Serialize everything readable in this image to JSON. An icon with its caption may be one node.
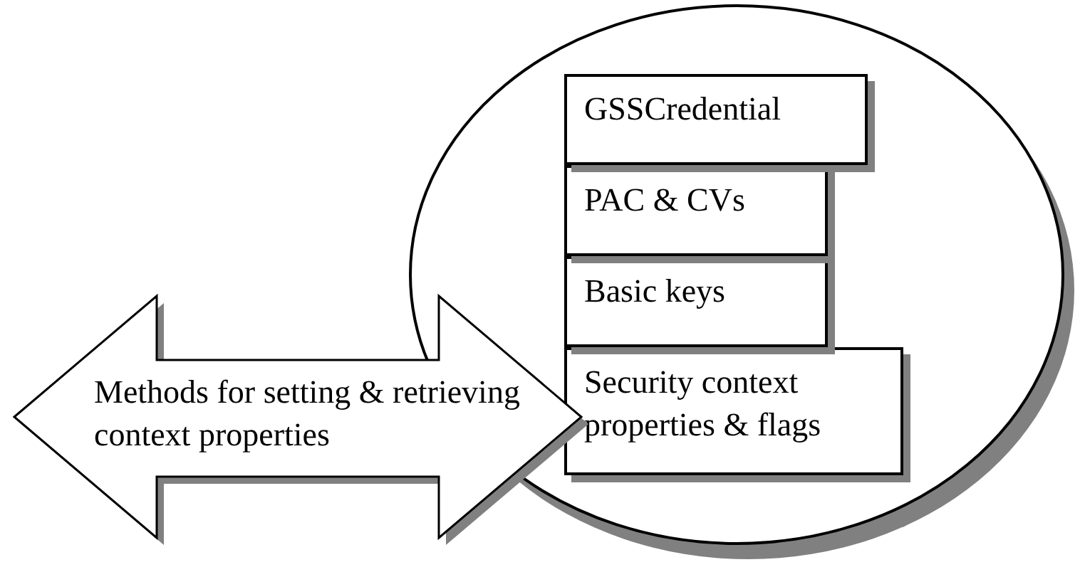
{
  "diagram": {
    "nodes": [
      {
        "text": [],
        "shape": "circle"
      },
      {
        "text": [
          "GSSCredential"
        ],
        "in": 0
      },
      {
        "text": [
          "PAC & CVs"
        ],
        "in": 0
      },
      {
        "text": [
          "Basic keys"
        ],
        "in": 0
      },
      {
        "text": [
          "Security context properties & flags"
        ],
        "in": 0
      },
      {
        "text": [
          "Methods for setting & retrieving context properties"
        ]
      }
    ],
    "edges": []
  }
}
